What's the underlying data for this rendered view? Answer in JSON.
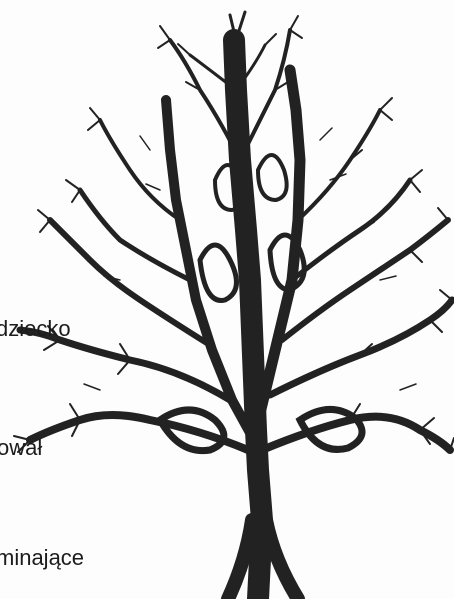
{
  "labels": {
    "label_1": "dziecko",
    "label_2": "ował",
    "label_3": "minające"
  },
  "colors": {
    "ink": "#1c1c1c",
    "background": "#fdfdfd"
  }
}
